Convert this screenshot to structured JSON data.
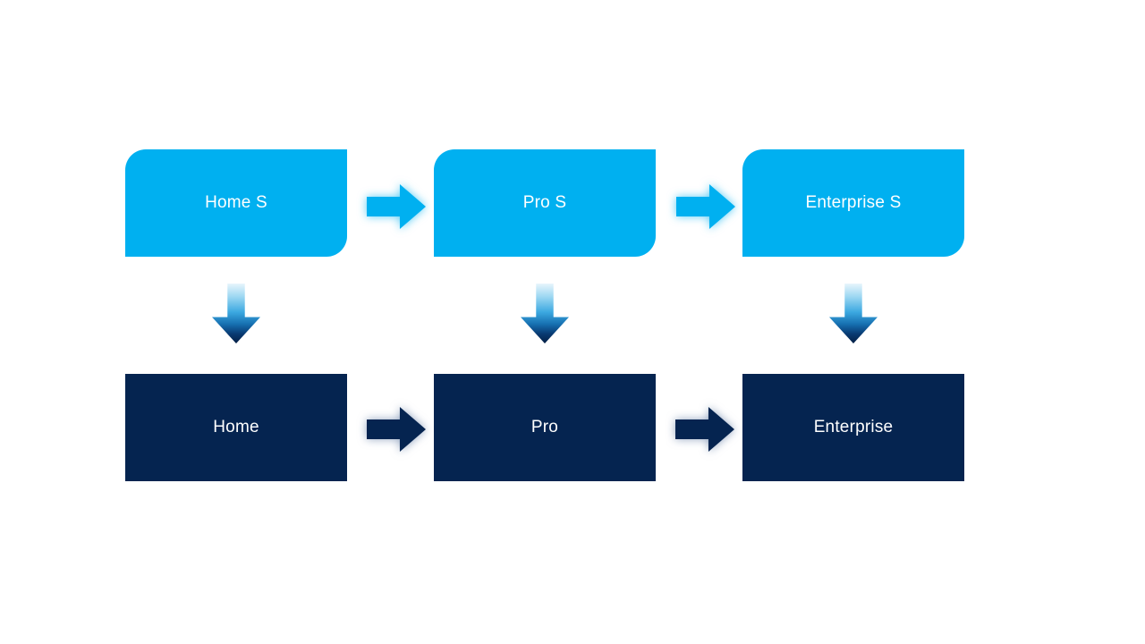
{
  "diagram": {
    "type": "process-flow",
    "colors": {
      "top_box_fill": "#00b0f0",
      "bottom_box_fill": "#052450",
      "label_text": "#ffffff",
      "background": "#ffffff"
    },
    "columns": [
      {
        "top_label": "Home S",
        "bottom_label": "Home"
      },
      {
        "top_label": "Pro S",
        "bottom_label": "Pro"
      },
      {
        "top_label": "Enterprise S",
        "bottom_label": "Enterprise"
      }
    ]
  }
}
